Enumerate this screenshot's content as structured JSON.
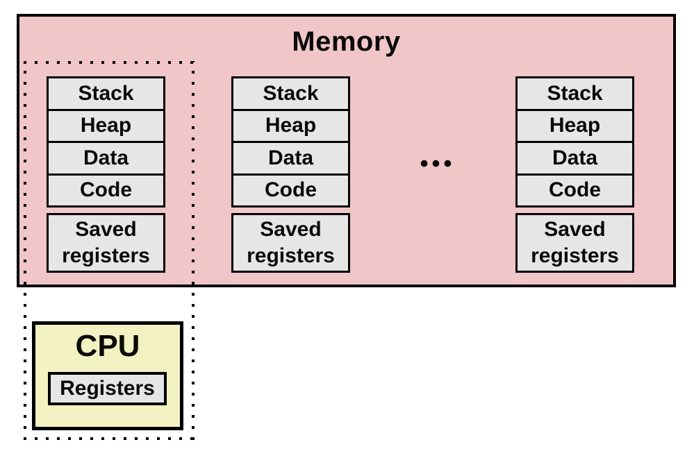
{
  "colors": {
    "memory_bg": "#f0c6c9",
    "box_bg": "#e6e6e6",
    "cpu_bg": "#f2f2c2",
    "border": "#000000",
    "page_bg": "#ffffff"
  },
  "memory": {
    "title": "Memory",
    "ellipsis": "•••",
    "columns": [
      {
        "segments": [
          "Stack",
          "Heap",
          "Data",
          "Code"
        ],
        "saved": "Saved registers"
      },
      {
        "segments": [
          "Stack",
          "Heap",
          "Data",
          "Code"
        ],
        "saved": "Saved registers"
      },
      {
        "segments": [
          "Stack",
          "Heap",
          "Data",
          "Code"
        ],
        "saved": "Saved registers"
      }
    ]
  },
  "cpu": {
    "title": "CPU",
    "register_box": "Registers"
  }
}
